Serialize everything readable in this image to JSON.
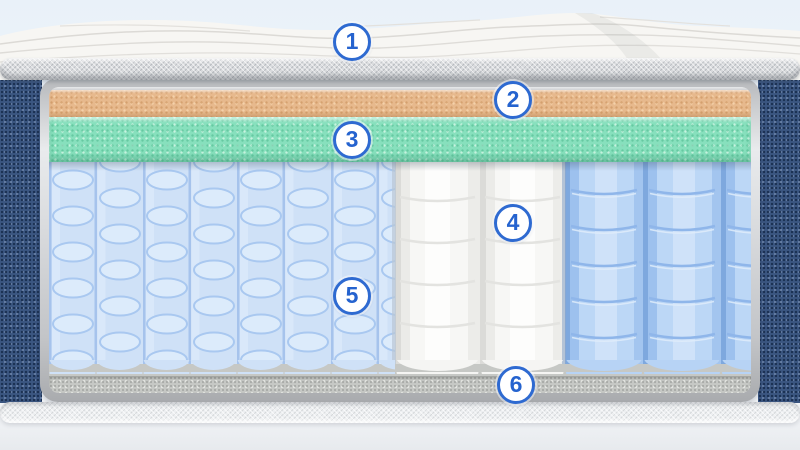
{
  "diagram": {
    "type": "mattress-cross-section",
    "badges": [
      {
        "number": "1"
      },
      {
        "number": "2"
      },
      {
        "number": "3"
      },
      {
        "number": "4"
      },
      {
        "number": "5"
      },
      {
        "number": "6"
      }
    ],
    "colors": {
      "badge_blue": "#2e6ad1",
      "cover_white": "#f7f6f3",
      "cover_mesh_gray": "#d9dbde",
      "foam_tan": "#e7b98d",
      "foam_green": "#87e0bd",
      "micro_coil_light_blue": "#cfe1f7",
      "center_coil_white": "#f7f7f5",
      "edge_coil_blue": "#bcd7f6",
      "side_panel_navy": "#3b5681",
      "base_gray": "#c6c8c5",
      "background_light_blue": "#e9f1f9"
    }
  }
}
